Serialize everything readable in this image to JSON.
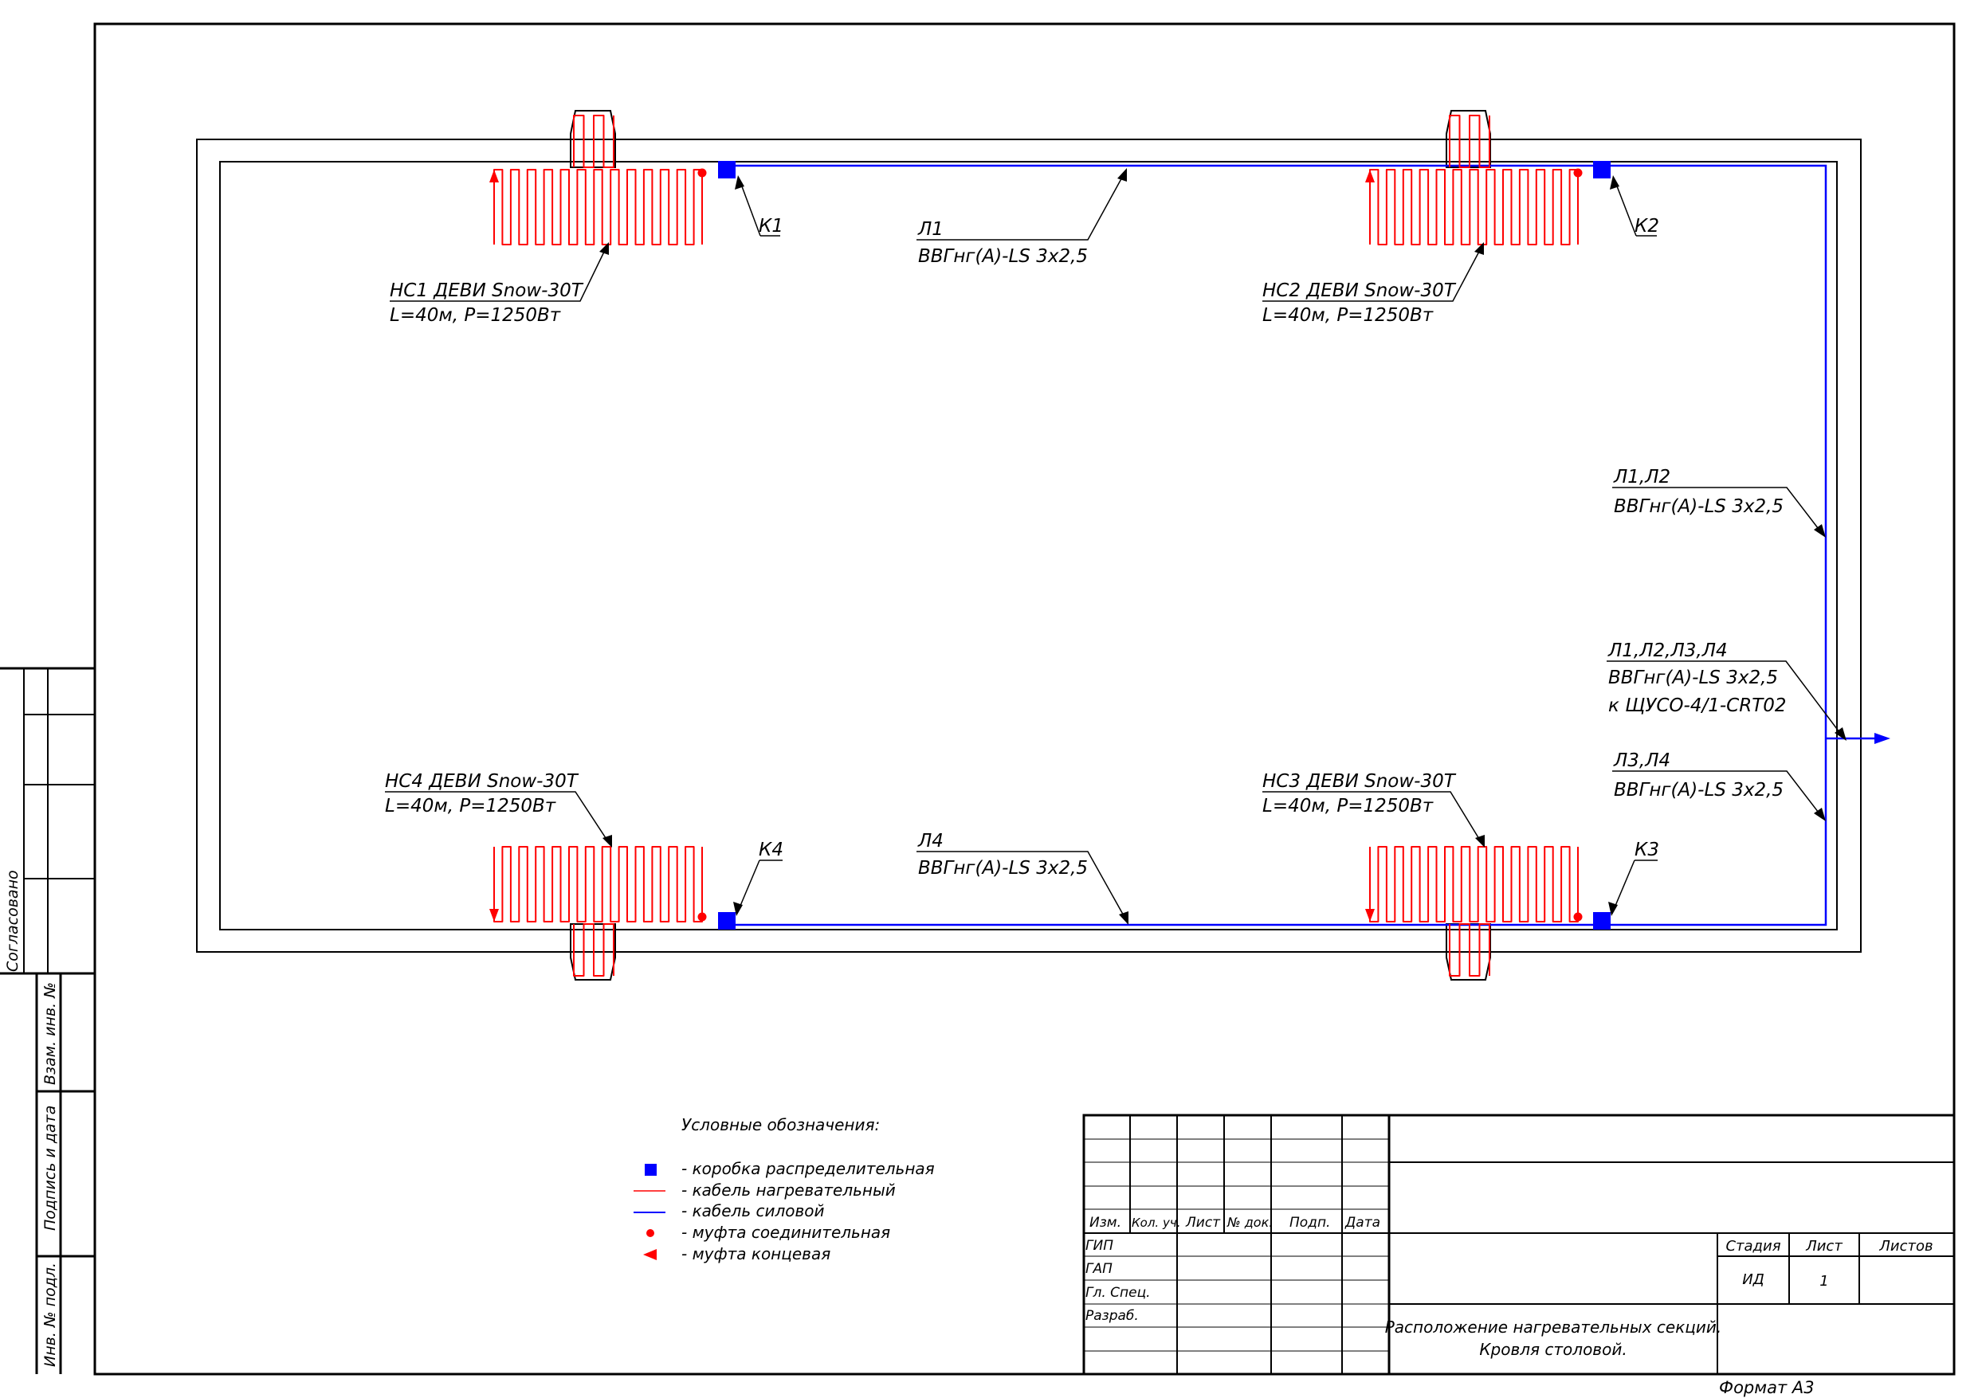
{
  "sections": [
    {
      "label": "НС1 ДЕВИ Snow-30T",
      "spec": "L=40м, P=1250Вт"
    },
    {
      "label": "НС2 ДЕВИ Snow-30T",
      "spec": "L=40м, P=1250Вт"
    },
    {
      "label": "НС3 ДЕВИ Snow-30T",
      "spec": "L=40м, P=1250Вт"
    },
    {
      "label": "НС4 ДЕВИ Snow-30T",
      "spec": "L=40м, P=1250Вт"
    }
  ],
  "boxes": [
    "К1",
    "К2",
    "К3",
    "К4"
  ],
  "lines": {
    "l1": {
      "name": "Л1",
      "cable": "ВВГнг(А)-LS 3х2,5"
    },
    "l4": {
      "name": "Л4",
      "cable": "ВВГнг(А)-LS 3х2,5"
    },
    "l12": {
      "name": "Л1,Л2",
      "cable": "ВВГнг(А)-LS 3х2,5"
    },
    "l34": {
      "name": "Л3,Л4",
      "cable": "ВВГнг(А)-LS 3х2,5"
    },
    "lall": {
      "name": "Л1,Л2,Л3,Л4",
      "cable": "ВВГнг(А)-LS 3х2,5",
      "dest": "к ЩУСО-4/1-CRT02"
    }
  },
  "legend": {
    "title": "Условные обозначения:",
    "items": [
      {
        "label": "- коробка распределительная"
      },
      {
        "label": "- кабель нагревательный"
      },
      {
        "label": "- кабель силовой"
      },
      {
        "label": "- муфта соединительная"
      },
      {
        "label": "- муфта концевая"
      }
    ]
  },
  "side_stamp": {
    "agreed": "Согласовано",
    "vzam": "Взам. инв. №",
    "podpis": "Подпись и дата",
    "inv": "Инв. № подл."
  },
  "title_block": {
    "cols": [
      "Изм.",
      "Кол. уч.",
      "Лист",
      "№ док.",
      "Подп.",
      "Дата"
    ],
    "roles": [
      "ГИП",
      "ГАП",
      "Гл. Спец.",
      "Разраб."
    ],
    "stage_header": "Стадия",
    "sheet_header": "Лист",
    "sheets_header": "Листов",
    "stage": "ИД",
    "sheet": "1",
    "title_line1": "Расположение нагревательных секций.",
    "title_line2": "Кровля столовой.",
    "format": "Формат А3"
  },
  "colors": {
    "power_cable": "#0000ff",
    "heating_cable": "#ff0000",
    "junction_box": "#0000ff",
    "coupling": "#ff0000"
  }
}
